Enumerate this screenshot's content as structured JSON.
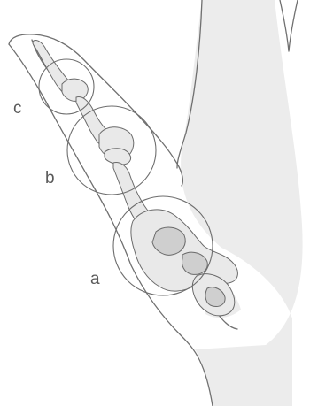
{
  "figure": {
    "labels": [
      {
        "key": "a",
        "text": "a"
      },
      {
        "key": "b",
        "text": "b"
      },
      {
        "key": "c",
        "text": "c"
      }
    ]
  },
  "colors": {
    "background": "#ffffff",
    "line": "#707070",
    "bone_fill": "#e9e9e9",
    "shading": "#ececec"
  }
}
